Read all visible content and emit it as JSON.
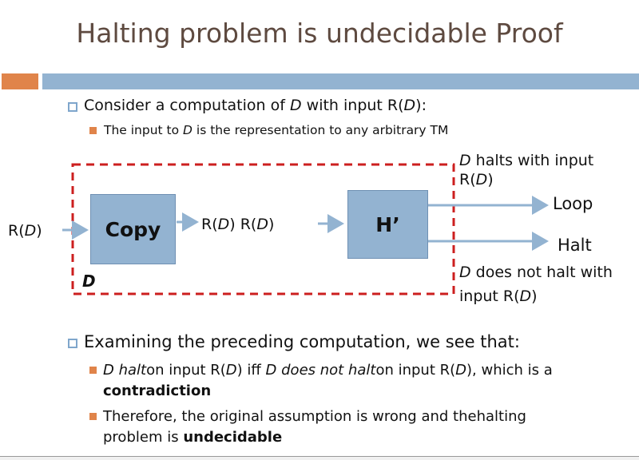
{
  "title": "Halting problem is undecidable  Proof",
  "colors": {
    "accent_orange": "#e0844a",
    "accent_blue": "#93b3d1",
    "dashed_border": "#cc1f1f"
  },
  "bullet1": {
    "text_pre": "Consider a computation of ",
    "text_d": "D",
    "text_mid": " with input R(",
    "text_post": "):",
    "sub": {
      "pre": "The input to ",
      "d": "D",
      "post": " is the representation to any arbitrary TM"
    }
  },
  "diagram": {
    "input_label": {
      "pre": "R(",
      "d": "D",
      "post": ")"
    },
    "copy_label": "Copy",
    "copy_output": {
      "a": "R(",
      "d1": "D",
      "b": ") R(",
      "d2": "D",
      "c": ")"
    },
    "h_label": "H’",
    "d_label": "D",
    "halts_note": {
      "d": "D",
      "line1": " halts with input",
      "line2_pre": "R(",
      "line2_d": "D",
      "line2_post": ")"
    },
    "loop_label": "Loop",
    "halt_label": "Halt",
    "not_halt_note": {
      "d": "D",
      "line1": " does not halt with",
      "line2_pre": "input R(",
      "line2_d": "D",
      "line2_post": ")"
    }
  },
  "bullet2": {
    "text": "Examining the preceding computation, we see that:",
    "sub1": {
      "i1": "D halt",
      "t1": "on input R(",
      "d1": "D",
      "t2": ") iff ",
      "i2": "D does not halt",
      "t3": "on input R(",
      "d2": "D",
      "t4": "), which is a",
      "bold": "contradiction"
    },
    "sub2": {
      "t1": "Therefore, the original assumption is wrong and thehalting",
      "t2": "problem is ",
      "bold": "undecidable"
    }
  }
}
